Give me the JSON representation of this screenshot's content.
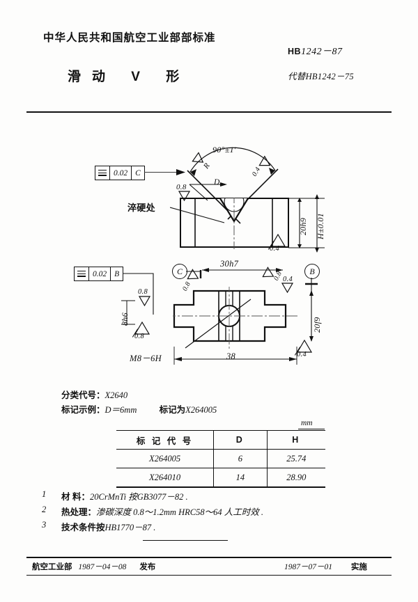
{
  "header": {
    "ministry_line": "中华人民共和国航空工业部部标准",
    "std_prefix": "HB",
    "std_number": "1242－87",
    "part_name": "滑动 V 形",
    "replaces": "代替HB1242－75"
  },
  "upper_view": {
    "fcf": {
      "symbol": "symmetry",
      "tolerance": "0.02",
      "datum": "C"
    },
    "angle": "90°±1′",
    "diameter_callout": "D",
    "radius_callout": "R",
    "hardened_label": "淬硬处",
    "roughness_left": "0.8",
    "roughness_v_left": "0.4",
    "roughness_v_right": "0.4",
    "roughness_bottom": "0.4",
    "dim_height_20h9": "20h9",
    "dim_height_H": "H±0.01"
  },
  "lower_view": {
    "fcf": {
      "symbol": "symmetry",
      "tolerance": "0.02",
      "datum": "B"
    },
    "datum_c": "C",
    "datum_b": "B",
    "dim_width_30h7": "30h7",
    "dim_width_38": "38",
    "dim_height_8h6": "8h6",
    "dim_height_20f9": "20f9",
    "thread": "M8－6H",
    "roughness_08_a": "0.8",
    "roughness_08_b": "0.8",
    "roughness_08_c": "0.8",
    "roughness_08_d": "0.8",
    "roughness_04_a": "0.4",
    "roughness_04_b": "0.4"
  },
  "spec": {
    "class_label": "分类代号：",
    "class_value": "X2640",
    "mark_label": "标记示例：",
    "mark_cond": "D＝6mm",
    "mark_text": "标记为",
    "mark_value": "X264005"
  },
  "table": {
    "unit": "mm",
    "headers": [
      "标 记 代 号",
      "D",
      "H"
    ],
    "rows": [
      {
        "code": "X264005",
        "d": "6",
        "h": "25.74"
      },
      {
        "code": "X264010",
        "d": "14",
        "h": "28.90"
      }
    ]
  },
  "notes": [
    {
      "num": "1",
      "label": "材  料：",
      "text": "20CrMnTi 按GB3077－82 ."
    },
    {
      "num": "2",
      "label": "热处理：",
      "text": "渗碳深度 0.8～1.2mm HRC58～64  人工时效 ."
    },
    {
      "num": "3",
      "label": "技术条件按",
      "text": "HB1770－87 ."
    }
  ],
  "footer": {
    "issuer": "航空工业部",
    "issue_date": "1987－04－08",
    "issue_word": "发布",
    "effective_date": "1987－07－01",
    "effective_word": "实施"
  }
}
